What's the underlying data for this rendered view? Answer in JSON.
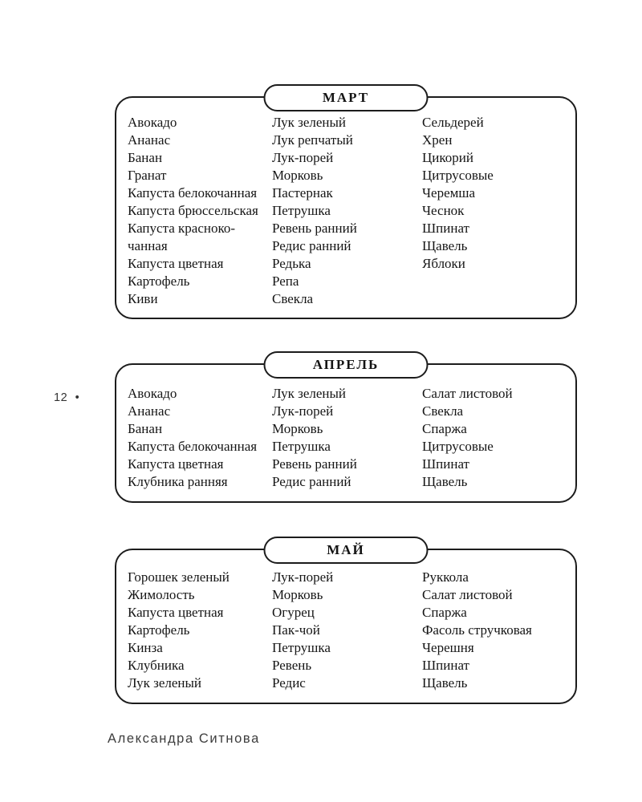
{
  "page": {
    "number_label": "12 •",
    "footer": "Александра Ситнова"
  },
  "colors": {
    "border": "#1c1c1c",
    "text": "#161616",
    "footer_text": "#3d3d3d"
  },
  "boxes": [
    {
      "title": "МАРТ",
      "columns": [
        [
          "Авокадо",
          "Ананас",
          "Банан",
          "Гранат",
          "Капуста белокочанная",
          "Капуста брюссельская",
          "Капуста красноко-",
          "чанная",
          "Капуста цветная",
          "Картофель",
          "Киви"
        ],
        [
          "Лук зеленый",
          "Лук репчатый",
          "Лук-порей",
          "Морковь",
          "Пастернак",
          "Петрушка",
          "Ревень ранний",
          "Редис ранний",
          "Редька",
          "Репа",
          "Свекла"
        ],
        [
          "Сельдерей",
          "Хрен",
          "Цикорий",
          "Цитрусовые",
          "Черемша",
          "Чеснок",
          "Шпинат",
          "Щавель",
          "Яблоки"
        ]
      ]
    },
    {
      "title": "АПРЕЛЬ",
      "columns": [
        [
          "Авокадо",
          "Ананас",
          "Банан",
          "Капуста белокочанная",
          "Капуста цветная",
          "Клубника ранняя"
        ],
        [
          "Лук зеленый",
          "Лук-порей",
          "Морковь",
          "Петрушка",
          "Ревень ранний",
          "Редис ранний"
        ],
        [
          "Салат листовой",
          "Свекла",
          "Спаржа",
          "Цитрусовые",
          "Шпинат",
          "Щавель"
        ]
      ]
    },
    {
      "title": "МАЙ",
      "columns": [
        [
          "Горошек зеленый",
          "Жимолость",
          "Капуста цветная",
          "Картофель",
          "Кинза",
          "Клубника",
          "Лук зеленый"
        ],
        [
          "Лук-порей",
          "Морковь",
          "Огурец",
          "Пак-чой",
          "Петрушка",
          "Ревень",
          "Редис"
        ],
        [
          "Руккола",
          "Салат листовой",
          "Спаржа",
          "Фасоль стручковая",
          "Черешня",
          "Шпинат",
          "Щавель"
        ]
      ]
    }
  ]
}
